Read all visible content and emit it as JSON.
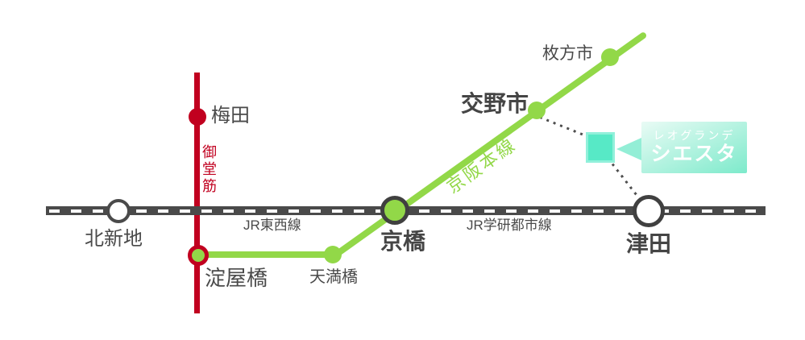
{
  "lines": {
    "midosuji_label": "御堂筋",
    "jr_tozai_label": "JR東西線",
    "jr_gakkentoshi_label": "JR学研都市線",
    "keihan_label": "京阪本線"
  },
  "stations": {
    "umeda": "梅田",
    "kitashinchi": "北新地",
    "yodoyabashi": "淀屋橋",
    "temmabashi": "天満橋",
    "kyobashi": "京橋",
    "katanoshi": "交野市",
    "hirakatashi": "枚方市",
    "tsuda": "津田"
  },
  "property": {
    "brand": "レオグランデ",
    "name": "シエスタ"
  },
  "colors": {
    "keihan_green": "#92d848",
    "midosuji_red": "#c1001f",
    "jr_dark_gray": "#4a4a4a",
    "property_teal": "#57e9c6",
    "callout_gradient_top": "#e9fbf5",
    "callout_gradient_bottom": "#7deacb",
    "label_gray": "#4a4a4a"
  }
}
